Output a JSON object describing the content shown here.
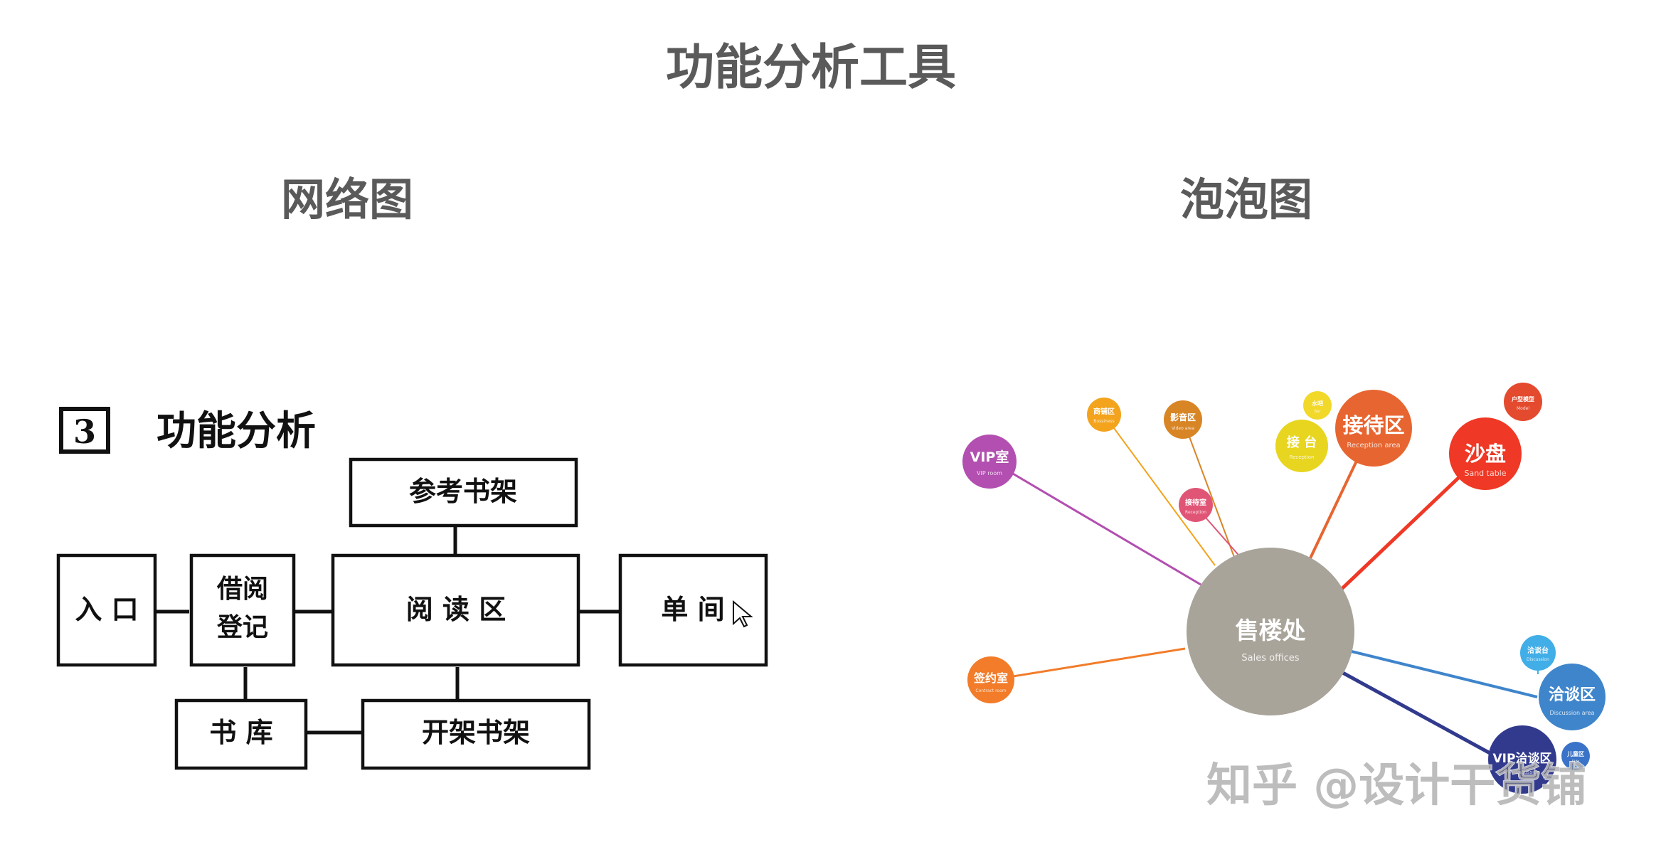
{
  "title": "功能分析工具",
  "sections": {
    "network": "网络图",
    "bubble": "泡泡图"
  },
  "network_diagram": {
    "badge": "3",
    "heading": "功能分析",
    "nodes": {
      "reference": "参考书架",
      "entrance": "入 口",
      "borrow_line1": "借阅",
      "borrow_line2": "登记",
      "reading": "阅 读 区",
      "single": "单 间",
      "storage": "书 库",
      "open_shelf": "开架书架"
    }
  },
  "bubble_diagram": {
    "center": {
      "label": "售楼处",
      "sub": "Sales offices",
      "color": "#a9a49a"
    },
    "bubbles": {
      "vip": {
        "label": "VIP室",
        "sub": "VIP room",
        "color": "#b24fb0"
      },
      "orange_small_1": {
        "label": "商铺区",
        "sub": "Bussiness",
        "color": "#f3a31c"
      },
      "brown_small": {
        "label": "影音区",
        "sub": "Video area",
        "color": "#d88525"
      },
      "pink_small": {
        "label": "接待室",
        "sub": "Reception",
        "color": "#e05576"
      },
      "yellow_small": {
        "label": "水吧",
        "sub": "Bar",
        "color": "#f2d829"
      },
      "yellow_mid": {
        "label": "接 台",
        "sub": "Reception",
        "color": "#e7d51f"
      },
      "reception": {
        "label": "接待区",
        "sub": "Reception area",
        "color": "#e76530"
      },
      "sand": {
        "label": "沙盘",
        "sub": "Sand table",
        "color": "#ef3825"
      },
      "model": {
        "label": "户型模型",
        "sub": "Model",
        "color": "#e44a2e"
      },
      "contract": {
        "label": "签约室",
        "sub": "Contract room",
        "color": "#f27c29"
      },
      "blue_small": {
        "label": "洽谈台",
        "sub": "Discussion",
        "color": "#41aee7"
      },
      "discussion": {
        "label": "洽谈区",
        "sub": "Discussion area",
        "color": "#3f85cb"
      },
      "vip_discussion": {
        "label": "VIP洽谈区",
        "sub": "VIP discussion",
        "color": "#313a8d"
      },
      "blue_tiny": {
        "label": "儿童区",
        "sub": "Kids",
        "color": "#3a73c7"
      }
    }
  },
  "watermark": "知乎 @设计干货铺"
}
